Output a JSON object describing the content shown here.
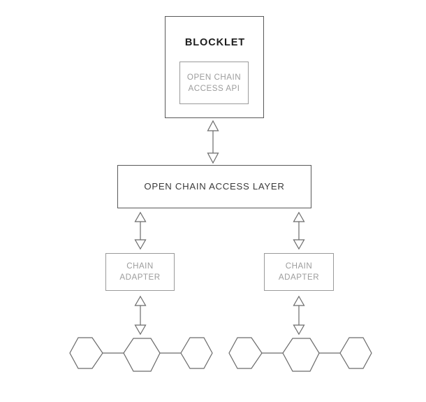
{
  "diagram": {
    "title_node": {
      "name": "blocklet",
      "label": "BLOCKLET"
    },
    "inner_node": {
      "name": "open-chain-access-api",
      "label": "OPEN CHAIN\nACCESS API"
    },
    "layer_node": {
      "name": "open-chain-access-layer",
      "label": "OPEN CHAIN ACCESS LAYER"
    },
    "adapters": [
      {
        "name": "chain-adapter-left",
        "label": "CHAIN\nADAPTER"
      },
      {
        "name": "chain-adapter-right",
        "label": "CHAIN\nADAPTER"
      }
    ],
    "chains": [
      {
        "name": "blockchain-left",
        "nodes": [
          "hexagon",
          "hexagon",
          "hexagon"
        ]
      },
      {
        "name": "blockchain-right",
        "nodes": [
          "hexagon",
          "hexagon",
          "hexagon"
        ]
      }
    ],
    "connectors": [
      {
        "name": "connector-blocklet-to-layer",
        "type": "double-headed-arrow"
      },
      {
        "name": "connector-layer-to-adapter-left",
        "type": "double-headed-arrow"
      },
      {
        "name": "connector-layer-to-adapter-right",
        "type": "double-headed-arrow"
      },
      {
        "name": "connector-adapter-left-to-chain",
        "type": "double-headed-arrow"
      },
      {
        "name": "connector-adapter-right-to-chain",
        "type": "double-headed-arrow"
      }
    ],
    "colors": {
      "background": "#ffffff",
      "stroke_dark": "#595959",
      "stroke_light": "#9a9a9a",
      "text_dark": "#1d1d1d",
      "text_muted": "#9c9c9c",
      "text_layer": "#3a3a3a"
    }
  }
}
